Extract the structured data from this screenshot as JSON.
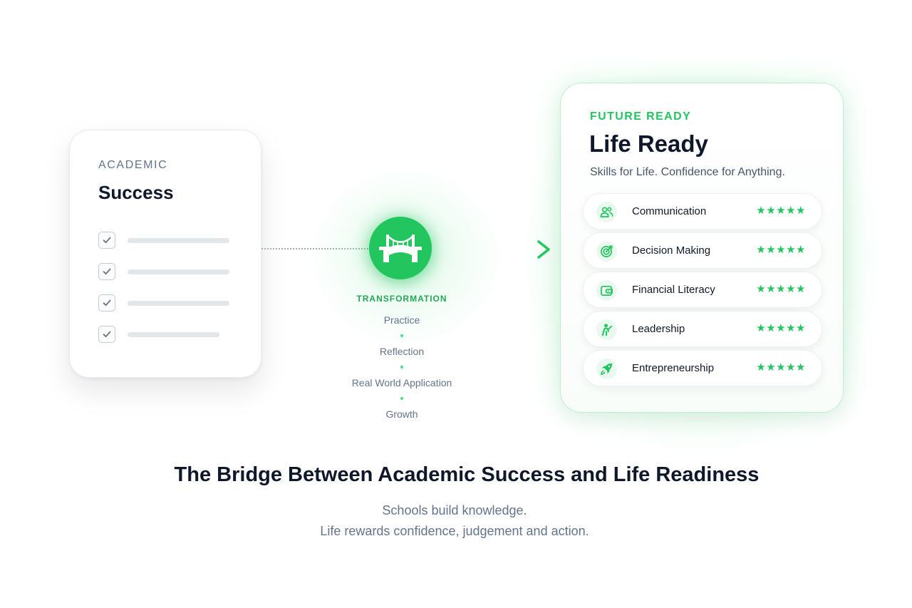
{
  "academic": {
    "eyebrow": "ACADEMIC",
    "title": "Success",
    "checklist_count": 4
  },
  "transformation": {
    "label": "TRANSFORMATION",
    "icon": "bridge-icon",
    "steps": [
      "Practice",
      "Reflection",
      "Real World Application",
      "Growth"
    ]
  },
  "life_ready": {
    "eyebrow": "FUTURE READY",
    "title": "Life Ready",
    "subtitle": "Skills for Life. Confidence for Anything.",
    "skills": [
      {
        "label": "Communication",
        "icon": "people-icon",
        "rating": "★★★★★"
      },
      {
        "label": "Decision Making",
        "icon": "target-icon",
        "rating": "★★★★★"
      },
      {
        "label": "Financial Literacy",
        "icon": "wallet-icon",
        "rating": "★★★★★"
      },
      {
        "label": "Leadership",
        "icon": "leader-icon",
        "rating": "★★★★★"
      },
      {
        "label": "Entrepreneurship",
        "icon": "rocket-icon",
        "rating": "★★★★★"
      }
    ]
  },
  "headline": "The Bridge Between Academic Success and Life Readiness",
  "tagline": {
    "line1": "Schools build knowledge.",
    "line2": "Life rewards confidence, judgement and action."
  },
  "colors": {
    "accent": "#22c55e",
    "text_dark": "#0f172a",
    "text_muted": "#64748b"
  }
}
